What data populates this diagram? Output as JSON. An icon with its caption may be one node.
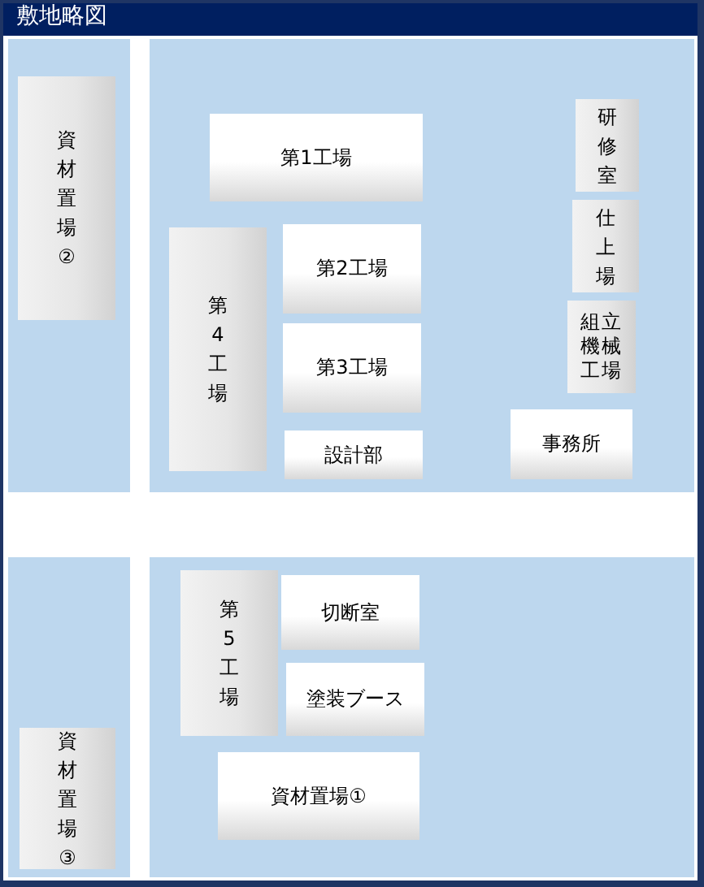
{
  "diagram": {
    "title": "敷地略図",
    "nodes": [
      {
        "text": [
          "資材置場②"
        ]
      },
      {
        "text": [
          "第1工場"
        ]
      },
      {
        "text": [
          "研修室"
        ]
      },
      {
        "text": [
          "第4工場"
        ]
      },
      {
        "text": [
          "第2工場"
        ]
      },
      {
        "text": [
          "仕上場"
        ]
      },
      {
        "text": [
          "組立機械工場"
        ]
      },
      {
        "text": [
          "第3工場"
        ]
      },
      {
        "text": [
          "設計部"
        ]
      },
      {
        "text": [
          "事務所"
        ]
      },
      {
        "text": [
          "第5工場"
        ]
      },
      {
        "text": [
          "切断室"
        ]
      },
      {
        "text": [
          "塗装ブース"
        ]
      },
      {
        "text": [
          "資材置場③"
        ]
      },
      {
        "text": [
          "資材置場①"
        ]
      }
    ]
  }
}
